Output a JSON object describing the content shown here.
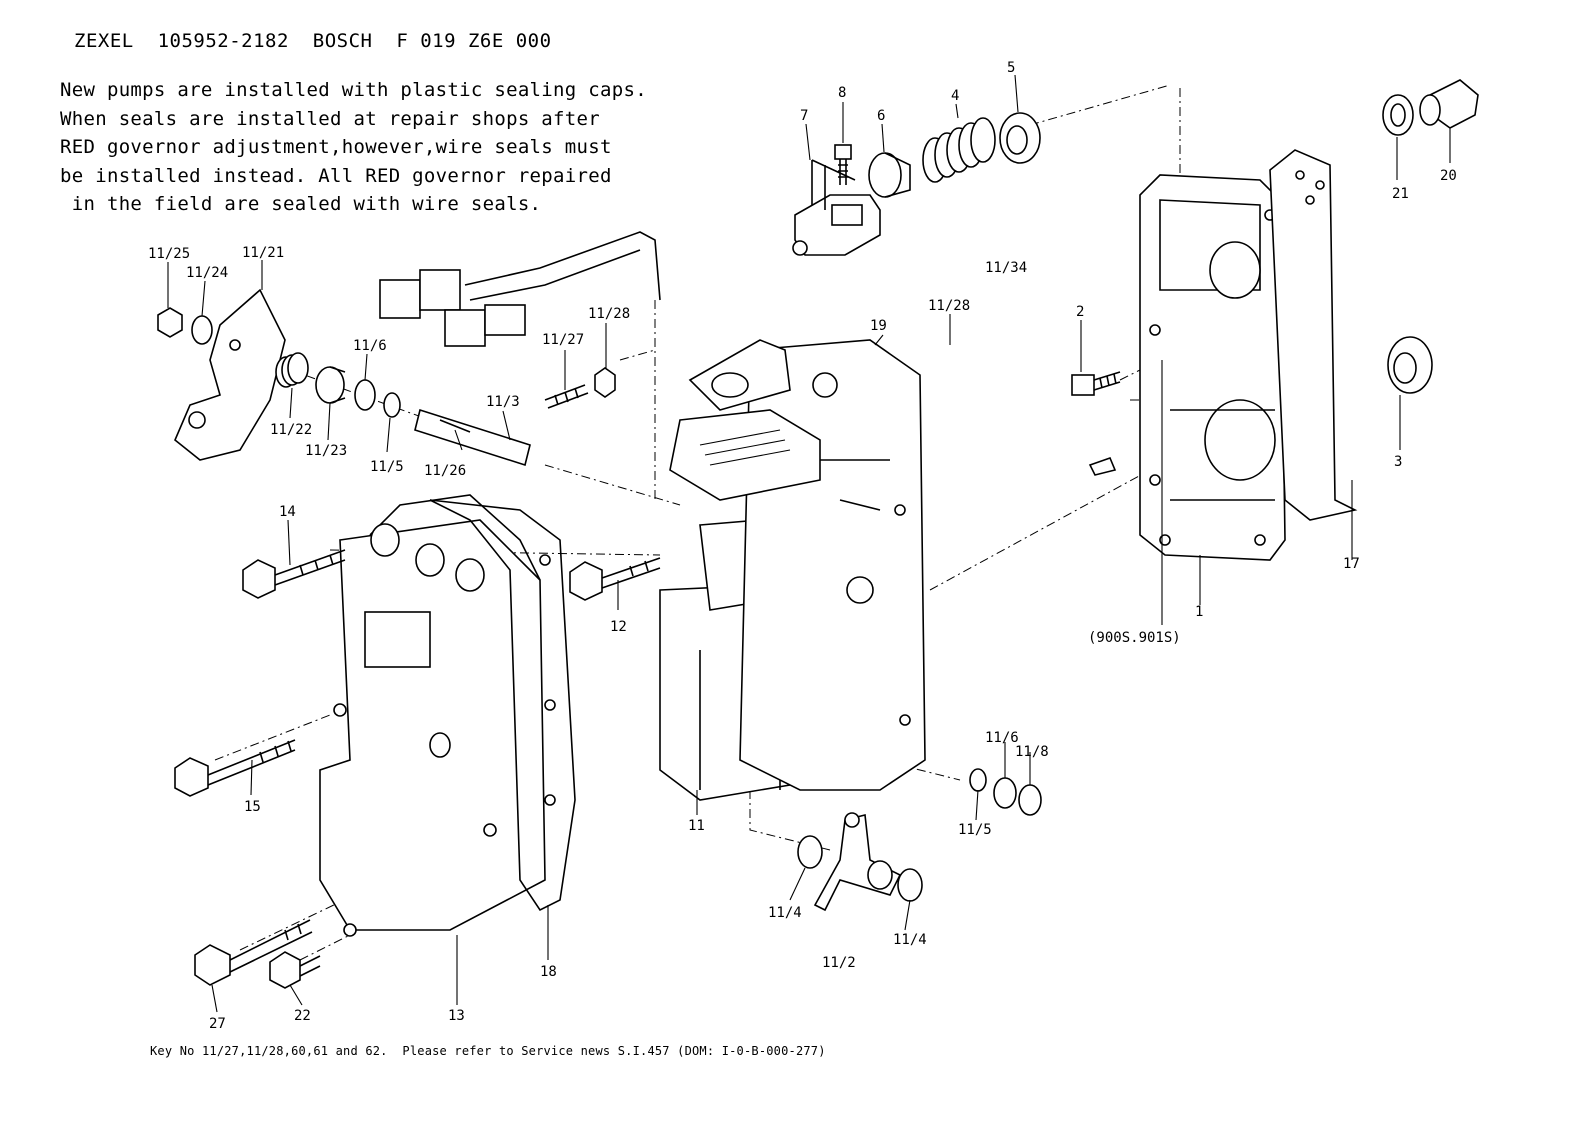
{
  "header": "ZEXEL  105952-2182  BOSCH  F 019 Z6E 000",
  "note": [
    "New pumps are installed with plastic sealing caps.",
    "When seals are installed at repair shops after",
    "RED governor adjustment,however,wire seals must",
    "be installed instead. All RED governor repaired",
    " in the field are sealed with wire seals."
  ],
  "labels": {
    "k1": "1",
    "k2": "2",
    "k3": "3",
    "k4": "4",
    "k5": "5",
    "k6": "6",
    "k7": "7",
    "k8": "8",
    "k11": "11",
    "k12": "12",
    "k13": "13",
    "k14": "14",
    "k15": "15",
    "k17": "17",
    "k18": "18",
    "k19": "19",
    "k20": "20",
    "k21": "21",
    "k22": "22",
    "k27": "27",
    "k11_2": "11/2",
    "k11_3": "11/3",
    "k11_4a": "11/4",
    "k11_4b": "11/4",
    "k11_5a": "11/5",
    "k11_5b": "11/5",
    "k11_6a": "11/6",
    "k11_6b": "11/6",
    "k11_8": "11/8",
    "k11_21": "11/21",
    "k11_22": "11/22",
    "k11_23": "11/23",
    "k11_24": "11/24",
    "k11_25": "11/25",
    "k11_26": "11/26",
    "k11_27": "11/27",
    "k11_28a": "11/28",
    "k11_28b": "11/28",
    "k11_34": "11/34",
    "variant": "(900S.901S)"
  },
  "footer": "Key No 11/27,11/28,60,61 and 62.  Please refer to Service news S.I.457 (DOM: I-0-B-000-277)"
}
